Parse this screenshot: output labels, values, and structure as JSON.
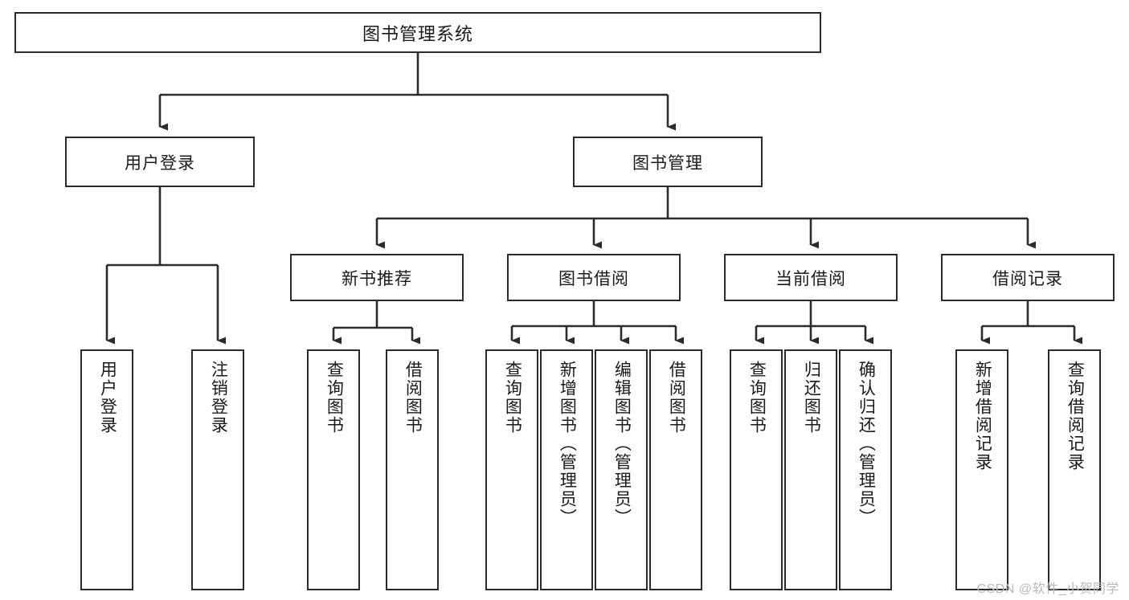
{
  "diagram": {
    "type": "hierarchy-tree",
    "title": "图书管理系统",
    "root": {
      "label": "图书管理系统"
    },
    "level2": [
      {
        "id": "user-login",
        "label": "用户登录"
      },
      {
        "id": "book-manage",
        "label": "图书管理"
      }
    ],
    "level3": [
      {
        "id": "new-book-rec",
        "label": "新书推荐",
        "parent": "book-manage"
      },
      {
        "id": "book-borrow",
        "label": "图书借阅",
        "parent": "book-manage"
      },
      {
        "id": "current-borrow",
        "label": "当前借阅",
        "parent": "book-manage"
      },
      {
        "id": "borrow-record",
        "label": "借阅记录",
        "parent": "book-manage"
      }
    ],
    "leaves": [
      {
        "id": "leaf-user-login",
        "label": "用户登录",
        "parent": "user-login"
      },
      {
        "id": "leaf-logout-login",
        "label": "注销登录",
        "parent": "user-login"
      },
      {
        "id": "leaf-query-book-1",
        "label": "查询图书",
        "parent": "new-book-rec"
      },
      {
        "id": "leaf-borrow-book-1",
        "label": "借阅图书",
        "parent": "new-book-rec"
      },
      {
        "id": "leaf-query-book-2",
        "label": "查询图书",
        "parent": "book-borrow"
      },
      {
        "id": "leaf-add-book",
        "label": "新增图书（管理员）",
        "parent": "book-borrow"
      },
      {
        "id": "leaf-edit-book",
        "label": "编辑图书（管理员）",
        "parent": "book-borrow"
      },
      {
        "id": "leaf-borrow-book-2",
        "label": "借阅图书",
        "parent": "book-borrow"
      },
      {
        "id": "leaf-query-book-3",
        "label": "查询图书",
        "parent": "current-borrow"
      },
      {
        "id": "leaf-return-book",
        "label": "归还图书",
        "parent": "current-borrow"
      },
      {
        "id": "leaf-confirm-return",
        "label": "确认归还（管理员）",
        "parent": "current-borrow"
      },
      {
        "id": "leaf-add-record",
        "label": "新增借阅记录",
        "parent": "borrow-record"
      },
      {
        "id": "leaf-query-record",
        "label": "查询借阅记录",
        "parent": "borrow-record"
      }
    ],
    "colors": {
      "border": "#2b2b2b",
      "background": "#ffffff",
      "text": "#1a1a1a",
      "connector": "#2b2b2b",
      "watermark": "#b9b9b9"
    }
  },
  "watermark": {
    "text": "CSDN @软件_小贺同学"
  }
}
